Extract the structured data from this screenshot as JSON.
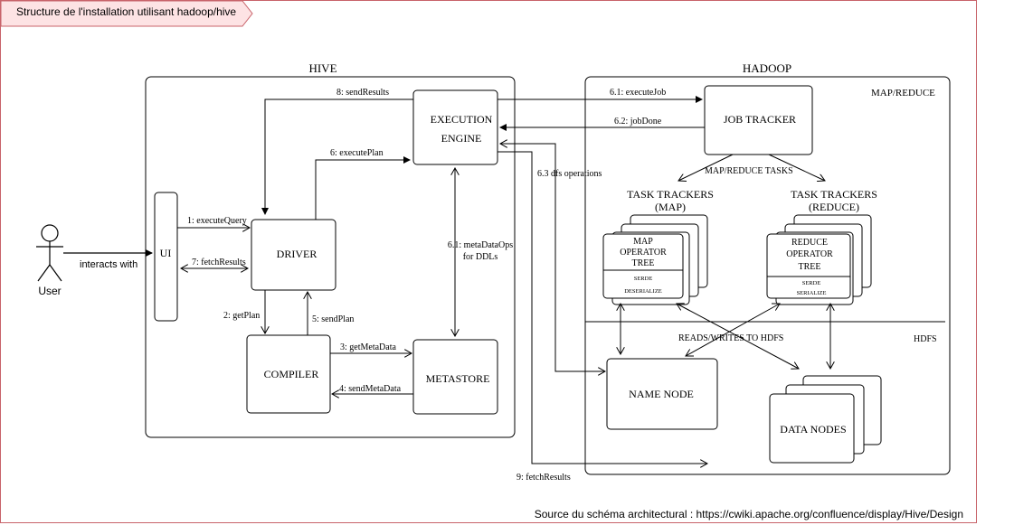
{
  "header": {
    "title": "Structure de l'installation utilisant hadoop/hive"
  },
  "footer": {
    "source": "Source du schéma architectural : https://cwiki.apache.org/confluence/display/Hive/Design"
  },
  "actor": {
    "label": "User",
    "interaction": "interacts with"
  },
  "containers": {
    "hive": "HIVE",
    "hadoop": "HADOOP",
    "mapreduce": "MAP/REDUCE",
    "hdfs": "HDFS"
  },
  "nodes": {
    "ui": "UI",
    "driver": "DRIVER",
    "compiler": "COMPILER",
    "metastore": "METASTORE",
    "execution_engine_line1": "EXECUTION",
    "execution_engine_line2": "ENGINE",
    "job_tracker": "JOB TRACKER",
    "name_node": "NAME NODE",
    "data_nodes": "DATA NODES"
  },
  "task_trackers": {
    "map_title_line1": "TASK TRACKERS",
    "map_title_line2": "(MAP)",
    "reduce_title_line1": "TASK TRACKERS",
    "reduce_title_line2": "(REDUCE)",
    "map_op_line1": "MAP",
    "map_op_line2": "OPERATOR",
    "map_op_line3": "TREE",
    "map_serde_line1": "SERDE",
    "map_serde_line2": "DESERIALIZE",
    "reduce_op_line1": "REDUCE",
    "reduce_op_line2": "OPERATOR",
    "reduce_op_line3": "TREE",
    "reduce_serde_line1": "SERDE",
    "reduce_serde_line2": "SERIALIZE"
  },
  "edges": {
    "send_results": "8: sendResults",
    "execute_plan": "6: executePlan",
    "execute_query": "1: executeQuery",
    "fetch_results_ui": "7: fetchResults",
    "get_plan": "2: getPlan",
    "send_plan": "5: sendPlan",
    "get_meta_data": "3: getMetaData",
    "send_meta_data": "4: sendMetaData",
    "meta_data_ops_line1": "6.1: metaDataOps",
    "meta_data_ops_line2": "for DDLs",
    "execute_job": "6.1: executeJob",
    "job_done": "6.2: jobDone",
    "dfs_operations": "6.3 dfs operations",
    "map_reduce_tasks": "MAP/REDUCE TASKS",
    "reads_writes_hdfs": "READS/WRITES TO HDFS",
    "fetch_results_hdfs": "9: fetchResults"
  }
}
